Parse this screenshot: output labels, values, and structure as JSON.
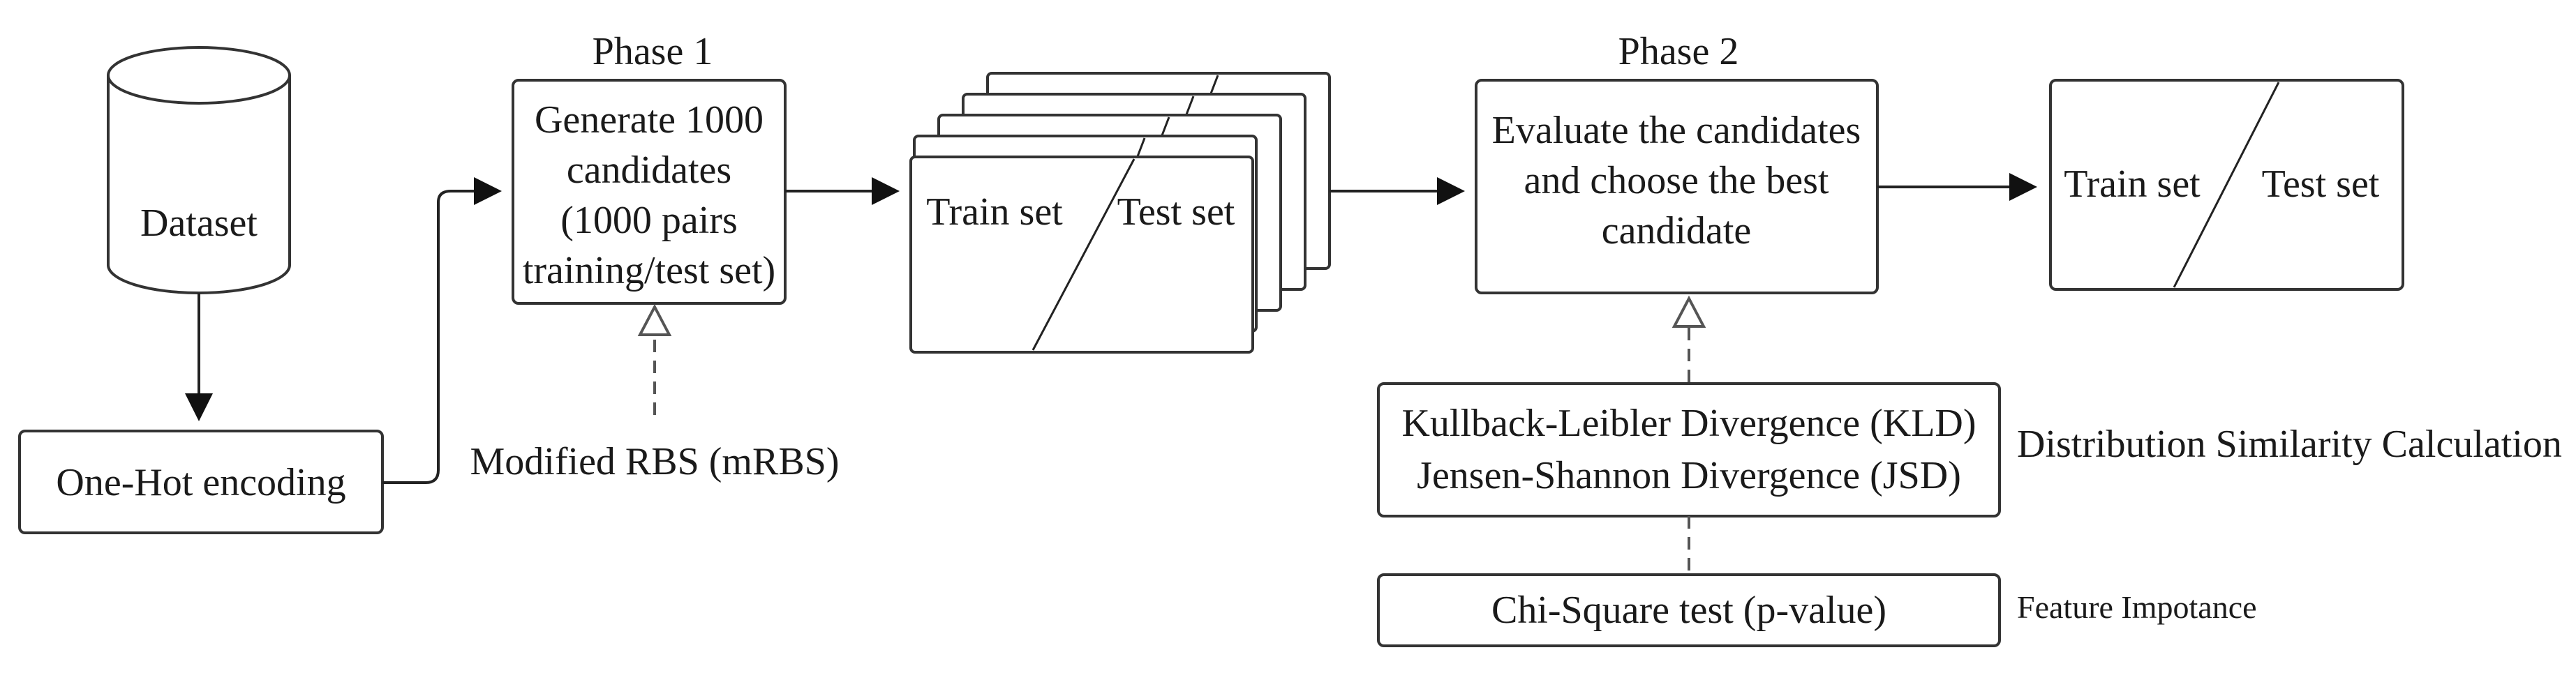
{
  "phase1_label": "Phase 1",
  "phase2_label": "Phase 2",
  "dataset": "Dataset",
  "onehot": "One-Hot encoding",
  "generate": {
    "line1": "Generate 1000",
    "line2": "candidates",
    "line3": "(1000 pairs",
    "line4": "training/test set)"
  },
  "modified_rbs": "Modified RBS (mRBS)",
  "candidates_split": {
    "train": "Train set",
    "test": "Test set"
  },
  "evaluate": {
    "line1": "Evaluate the candidates",
    "line2": "and choose the best",
    "line3": "candidate"
  },
  "final_split": {
    "train": "Train set",
    "test": "Test set"
  },
  "divergence": {
    "line1": "Kullback-Leibler Divergence (KLD)",
    "line2": "Jensen-Shannon Divergence (JSD)"
  },
  "distribution_similarity": "Distribution Similarity Calculation",
  "chi_square": "Chi-Square test (p-value)",
  "feature_importance": "Feature Impotance"
}
